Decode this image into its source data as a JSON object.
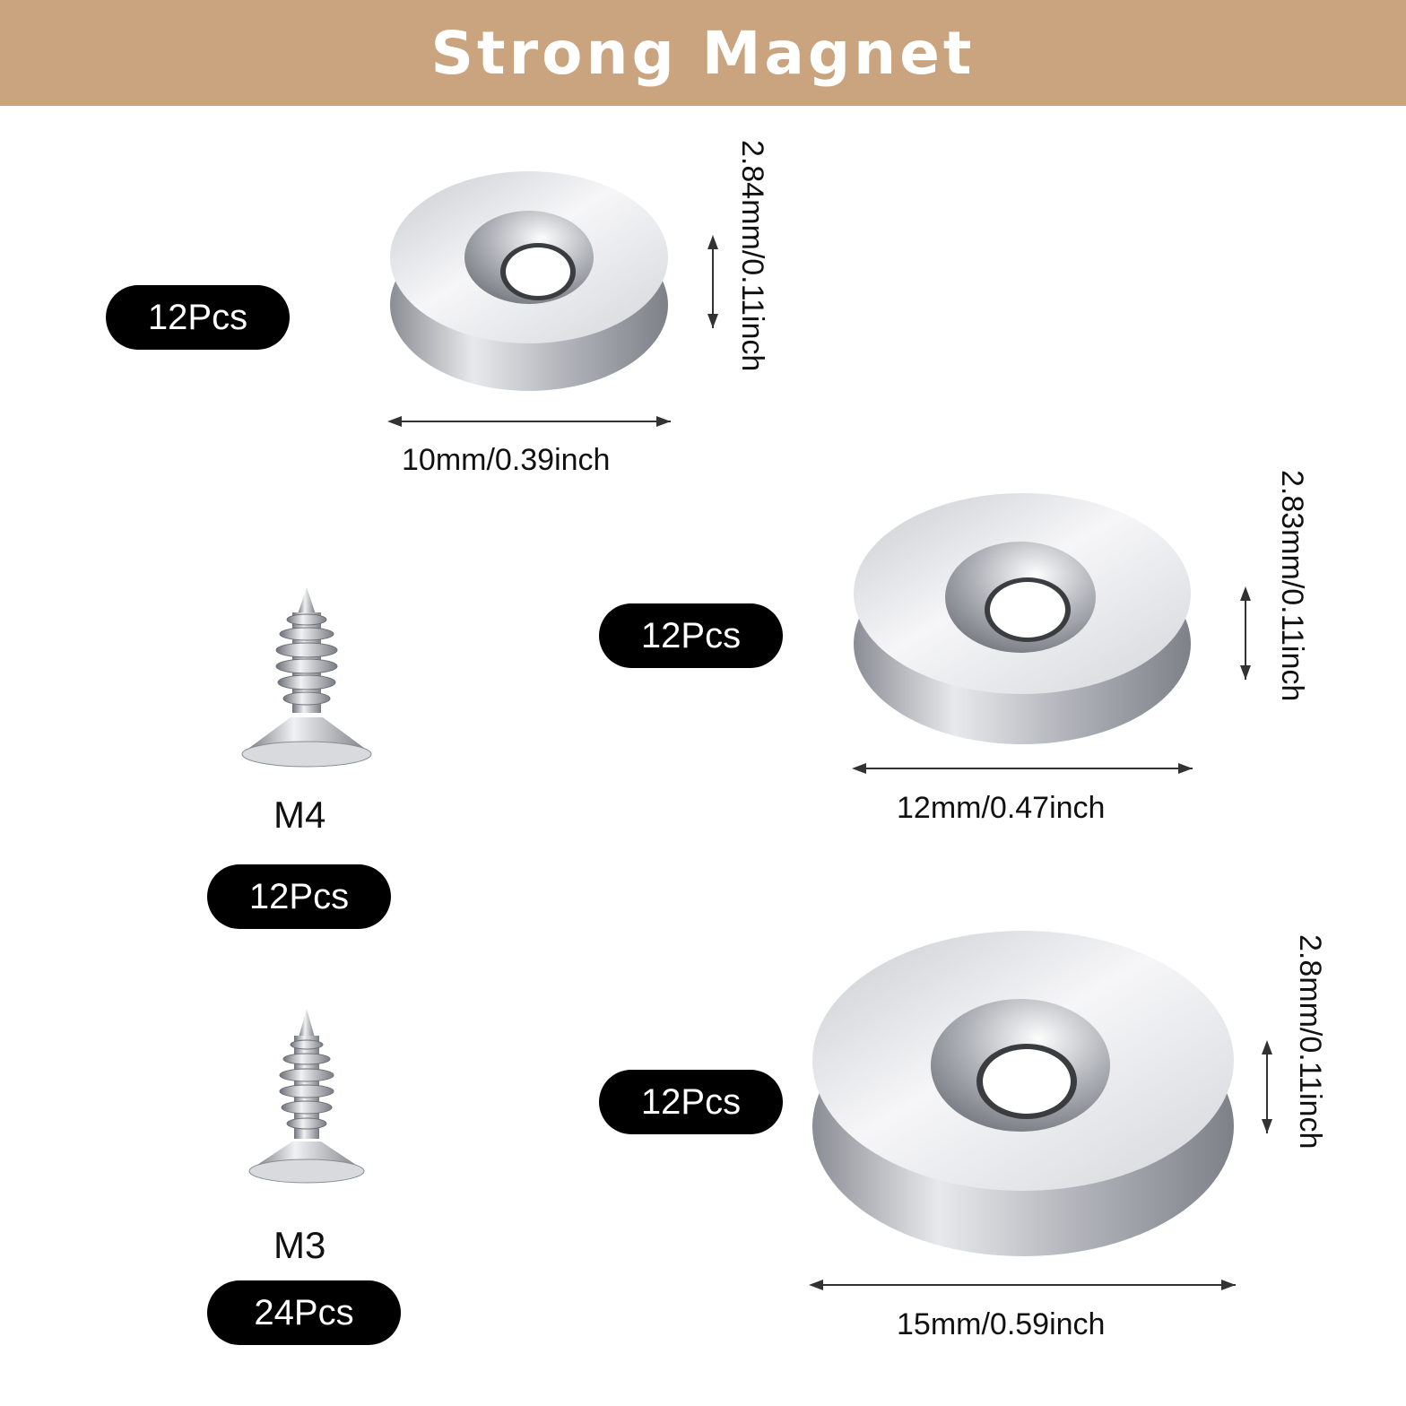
{
  "header": {
    "title": "Strong Magnet"
  },
  "colors": {
    "banner": "#C9A47E",
    "pill": "#000000",
    "metal_light": "#F4F4F6",
    "metal_mid": "#C9CBD0",
    "metal_dark": "#8A8D94"
  },
  "magnets": [
    {
      "quantity": "12Pcs",
      "diameter": "10mm/0.39inch",
      "thickness": "2.84mm/0.11inch"
    },
    {
      "quantity": "12Pcs",
      "diameter": "12mm/0.47inch",
      "thickness": "2.83mm/0.11inch"
    },
    {
      "quantity": "12Pcs",
      "diameter": "15mm/0.59inch",
      "thickness": "2.8mm/0.11inch"
    }
  ],
  "screws": [
    {
      "size": "M4",
      "quantity": "12Pcs"
    },
    {
      "size": "M3",
      "quantity": "24Pcs"
    }
  ],
  "icons": [
    "ring-magnet-icon",
    "countersunk-screw-icon",
    "double-arrow-icon"
  ]
}
